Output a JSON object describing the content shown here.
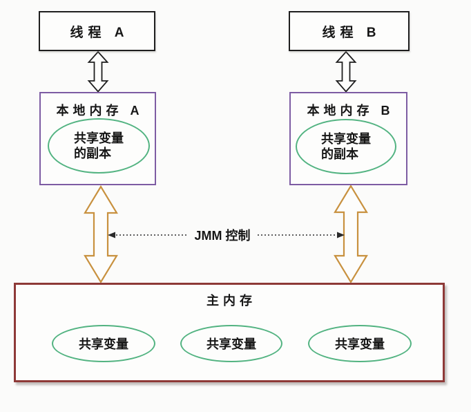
{
  "diagram": {
    "thread_a": {
      "label": "线程 A"
    },
    "thread_b": {
      "label": "线程 B"
    },
    "local_memory_a": {
      "title": "本地内存 A",
      "ellipse_line1": "共享变量",
      "ellipse_line2": "的副本"
    },
    "local_memory_b": {
      "title": "本地内存 B",
      "ellipse_line1": "共享变量",
      "ellipse_line2": "的副本"
    },
    "jmm_control": {
      "label": "JMM 控制"
    },
    "main_memory": {
      "title": "主内存",
      "shared_vars": [
        "共享变量",
        "共享变量",
        "共享变量"
      ]
    },
    "colors": {
      "background": "#fbfbfa",
      "text_color": "#161616",
      "thread_border": "#1e1e1e",
      "local_border": "#7d5ca3",
      "ellipse_green": "#52b381",
      "arrow_orange": "#c8913f",
      "main_border": "#8e3937",
      "dotted_line": "#2a2a2a"
    }
  }
}
